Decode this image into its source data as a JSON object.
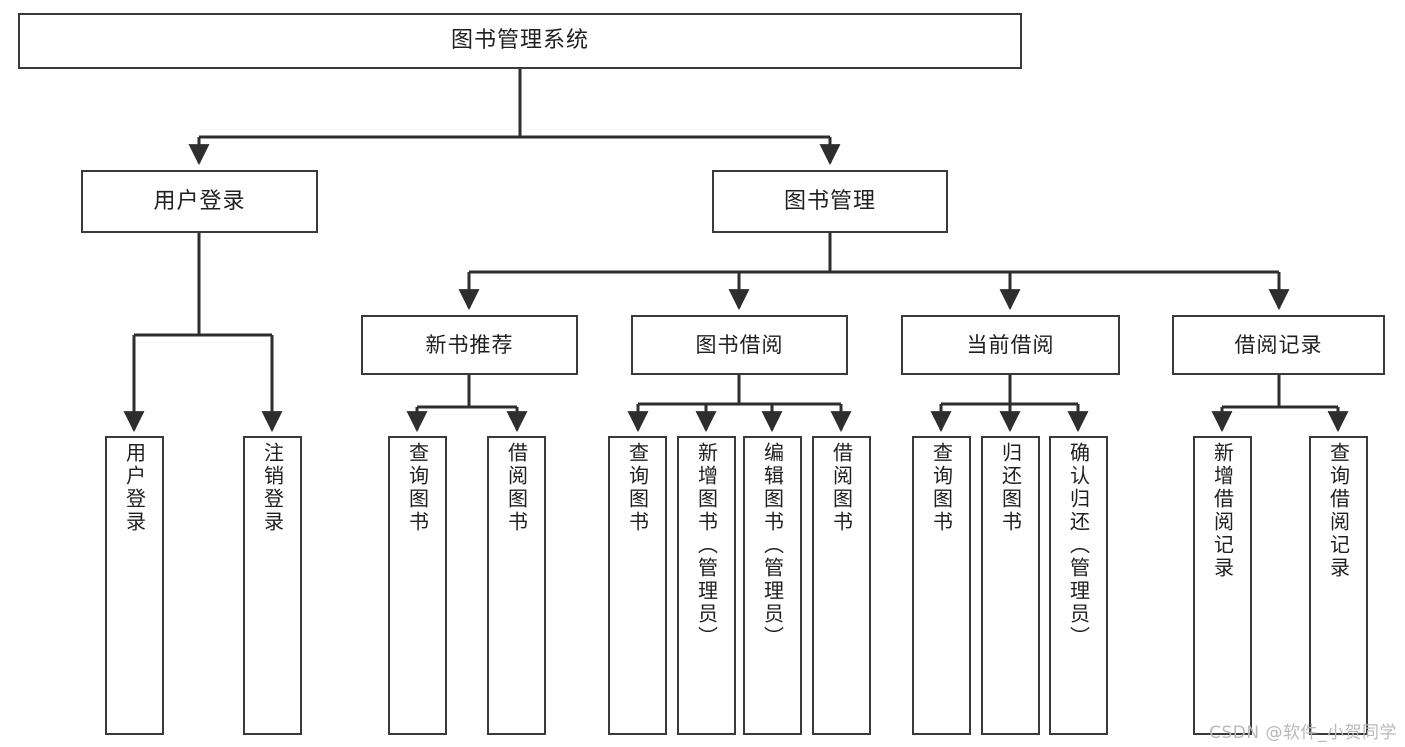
{
  "diagram": {
    "title": "图书管理系统",
    "type": "hierarchy-tree",
    "watermark": "CSDN @软件_小贺同学",
    "colors": {
      "background": "#ffffff",
      "box_border": "#3a3a3a",
      "box_fill": "#ffffff",
      "edge": "#2e2e2e",
      "text": "#202020",
      "watermark": "#b9b9b9"
    },
    "root": {
      "label": "图书管理系统"
    },
    "level2": [
      {
        "label": "用户登录"
      },
      {
        "label": "图书管理"
      }
    ],
    "level3": [
      {
        "label": "新书推荐"
      },
      {
        "label": "图书借阅"
      },
      {
        "label": "当前借阅"
      },
      {
        "label": "借阅记录"
      }
    ],
    "leaves": {
      "user_login": [
        {
          "label": "用户登录"
        },
        {
          "label": "注销登录"
        }
      ],
      "new_book_recommend": [
        {
          "label": "查询图书"
        },
        {
          "label": "借阅图书"
        }
      ],
      "book_borrow": [
        {
          "label": "查询图书"
        },
        {
          "label": "新增图书（管理员）"
        },
        {
          "label": "编辑图书（管理员）"
        },
        {
          "label": "借阅图书"
        }
      ],
      "current_borrow": [
        {
          "label": "查询图书"
        },
        {
          "label": "归还图书"
        },
        {
          "label": "确认归还（管理员）"
        }
      ],
      "borrow_record": [
        {
          "label": "新增借阅记录"
        },
        {
          "label": "查询借阅记录"
        }
      ]
    }
  }
}
